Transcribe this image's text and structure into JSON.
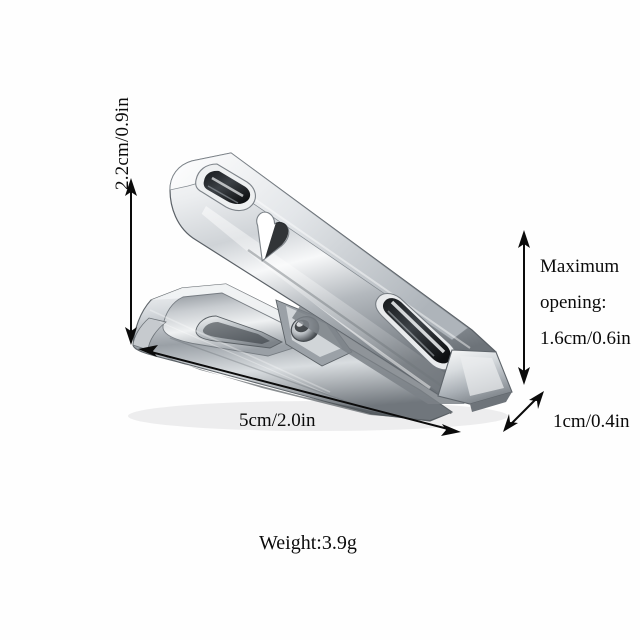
{
  "image": {
    "type": "product-photo-with-dimension-callouts",
    "subject": "stainless steel spring clip / clothespin",
    "background_color": "#fefefe",
    "annotation_color": "#0b0b0b",
    "metal_light": "#f4f4f4",
    "metal_mid": "#b9bcbf",
    "metal_dark": "#4a4e52",
    "metal_shadow": "#1d2023"
  },
  "annotations": {
    "height": {
      "label": "2.2cm/0.9in",
      "orientation": "vertical",
      "arrow": "double-headed-vertical"
    },
    "max_opening": {
      "line1": "Maximum",
      "line2": "opening:",
      "line3": "1.6cm/0.6in",
      "orientation": "vertical",
      "arrow": "double-headed-vertical"
    },
    "length": {
      "label": "5cm/2.0in",
      "orientation": "diagonal",
      "arrow": "double-headed-diagonal"
    },
    "depth": {
      "label": "1cm/0.4in",
      "orientation": "diagonal",
      "arrow": "double-headed-diagonal"
    },
    "weight": {
      "label": "Weight:3.9g"
    }
  }
}
